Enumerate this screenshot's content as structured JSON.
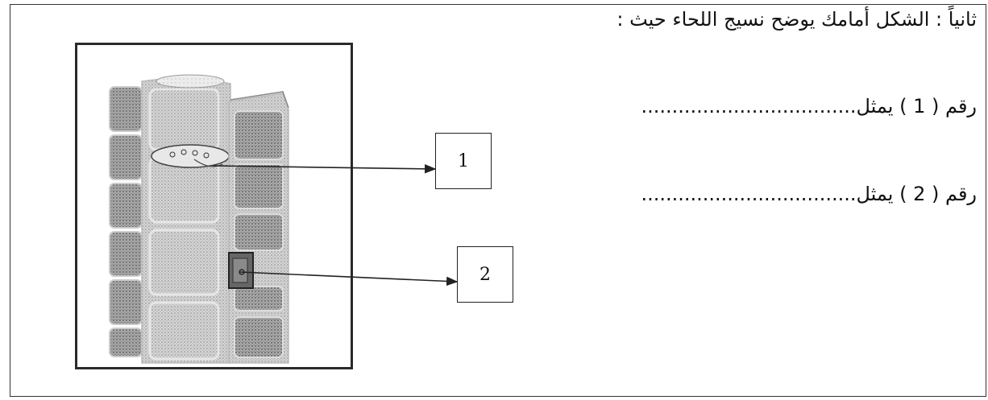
{
  "question": {
    "heading": "ثانياً : الشكل أمامك يوضح نسيج اللحاء حيث  :",
    "items": [
      {
        "label": "رقم ( 1 ) يمثل",
        "dots": "..................................."
      },
      {
        "label": "رقم ( 2 ) يمثل",
        "dots": "..................................."
      }
    ]
  },
  "figure": {
    "labels": [
      "1",
      "2"
    ],
    "illustration": "phloem-tissue-illustration"
  }
}
